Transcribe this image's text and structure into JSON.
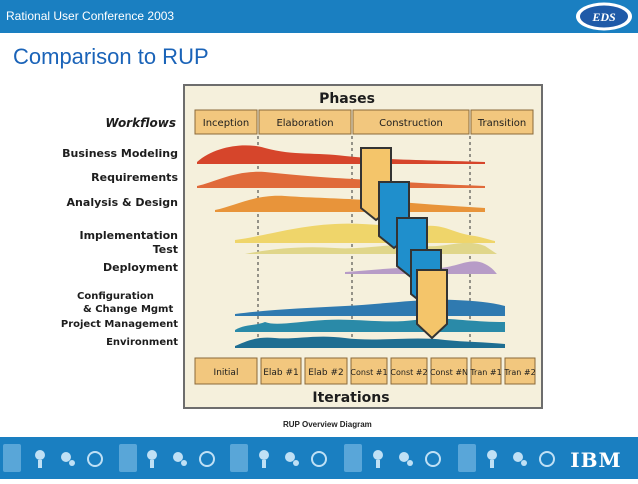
{
  "header": {
    "conference": "Rational User Conference 2003",
    "logo_text": "EDS"
  },
  "slide": {
    "title": "Comparison to RUP"
  },
  "diagram": {
    "phases_title": "Phases",
    "workflows_title": "Workflows",
    "phases": [
      "Inception",
      "Elaboration",
      "Construction",
      "Transition"
    ],
    "workflows": [
      {
        "label": "Business Modeling",
        "color": "#d6452b"
      },
      {
        "label": "Requirements",
        "color": "#e06a3a"
      },
      {
        "label": "Analysis & Design",
        "color": "#e8943a"
      },
      {
        "label": "Implementation",
        "color": "#efd56a"
      },
      {
        "label": "Test",
        "color": "#e0d68a"
      },
      {
        "label": "Deployment",
        "color": "#b79cc7"
      },
      {
        "label": "Configuration",
        "color": "#2f7ab0"
      },
      {
        "label": "& Change Mgmt",
        "color": "#2f7ab0"
      },
      {
        "label": "Project Management",
        "color": "#2a8aa8"
      },
      {
        "label": "Environment",
        "color": "#1e6e92"
      }
    ],
    "iterations": [
      "Initial",
      "Elab #1",
      "Elab #2",
      "Const #1",
      "Const #2",
      "Const #N",
      "Tran #1",
      "Tran #2"
    ],
    "iterations_title": "Iterations",
    "caption": "RUP Overview Diagram"
  },
  "footer": {
    "brand": "IBM"
  },
  "colors": {
    "header_blue": "#1a7fc1",
    "title_blue": "#1a63b8",
    "chevron_orange": "#f4c56a",
    "chevron_blue": "#1f8fcc"
  }
}
